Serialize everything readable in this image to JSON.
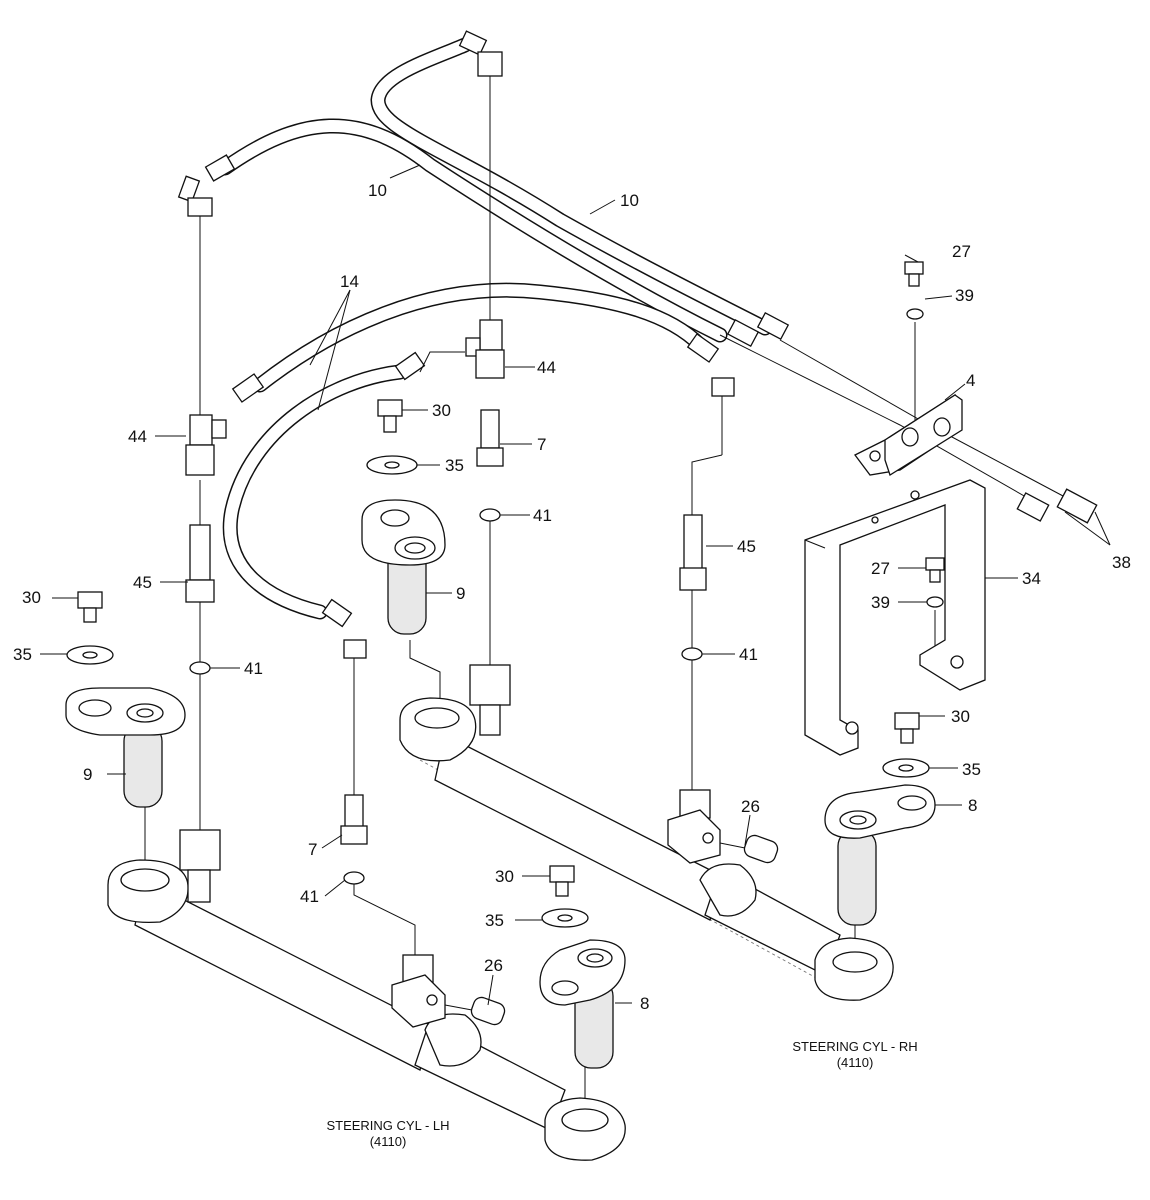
{
  "labels": {
    "p10a": "10",
    "p10b": "10",
    "p14": "14",
    "p27a": "27",
    "p27b": "27",
    "p39a": "39",
    "p39b": "39",
    "p4": "4",
    "p44a": "44",
    "p44b": "44",
    "p30a": "30",
    "p30b": "30",
    "p30c": "30",
    "p30d": "30",
    "p7a": "7",
    "p7b": "7",
    "p35a": "35",
    "p35b": "35",
    "p35c": "35",
    "p35d": "35",
    "p41a": "41",
    "p41b": "41",
    "p41c": "41",
    "p41d": "41",
    "p45a": "45",
    "p45b": "45",
    "p9a": "9",
    "p9b": "9",
    "p38": "38",
    "p34": "34",
    "p8a": "8",
    "p8b": "8",
    "p26a": "26",
    "p26b": "26"
  },
  "captions": {
    "rh_title": "STEERING CYL - RH",
    "rh_ref": "(4110)",
    "lh_title": "STEERING CYL - LH",
    "lh_ref": "(4110)"
  }
}
